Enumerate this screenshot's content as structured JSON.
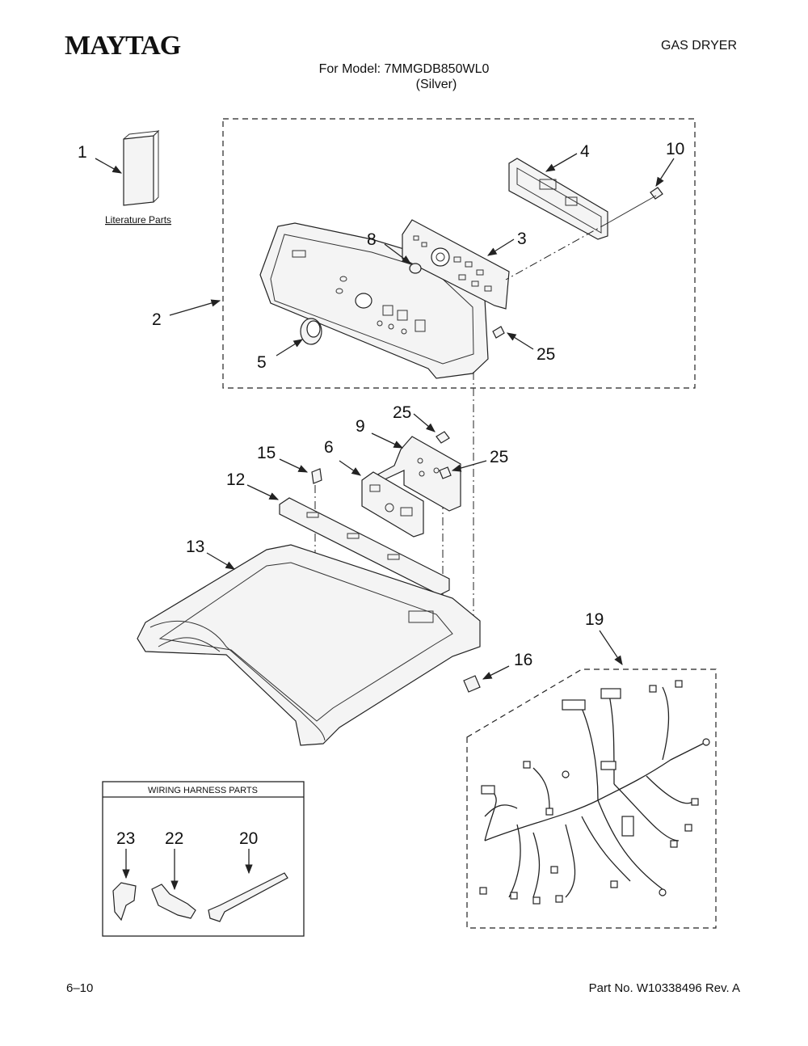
{
  "header": {
    "brand": "MAYTAG",
    "doc_type": "GAS DRYER",
    "model_line": "For Model: 7MMGDB850WL0",
    "model_variant": "(Silver)"
  },
  "literature_label": "Literature Parts",
  "wiring_box_title": "WIRING HARNESS PARTS",
  "callouts": {
    "c1": "1",
    "c2": "2",
    "c3": "3",
    "c4": "4",
    "c5": "5",
    "c6": "6",
    "c8": "8",
    "c9": "9",
    "c10": "10",
    "c12": "12",
    "c13": "13",
    "c15": "15",
    "c16": "16",
    "c19": "19",
    "c20": "20",
    "c22": "22",
    "c23": "23",
    "c25a": "25",
    "c25b": "25",
    "c25c": "25"
  },
  "footer": {
    "page": "6–10",
    "part_no": "Part No. W10338496 Rev. A"
  }
}
